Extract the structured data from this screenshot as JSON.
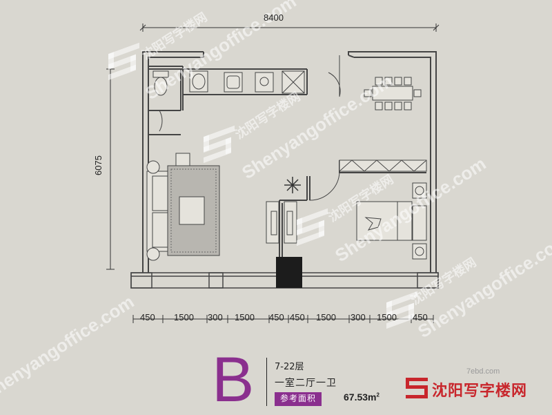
{
  "dimensions": {
    "width_total": "8400",
    "depth_total": "6075",
    "bottom_segments": [
      "450",
      "1500",
      "300",
      "1500",
      "450",
      "450",
      "1500",
      "300",
      "1500",
      "450"
    ]
  },
  "unit_info": {
    "type_letter": "B",
    "floors": "7-22层",
    "layout": "一室二厅一卫",
    "area_label": "参考面积",
    "area_value": "67.53m",
    "area_sup": "2"
  },
  "watermarks": {
    "site_en": "Shenyangoffice.com",
    "site_cn": "沈阳写字楼网",
    "small_site": "7ebd.com",
    "brand_name": "沈阳写字楼网"
  },
  "colors": {
    "background": "#d9d7d0",
    "wall": "#444444",
    "accent_purple": "#8a2f8e",
    "brand_red": "#c8262c"
  }
}
